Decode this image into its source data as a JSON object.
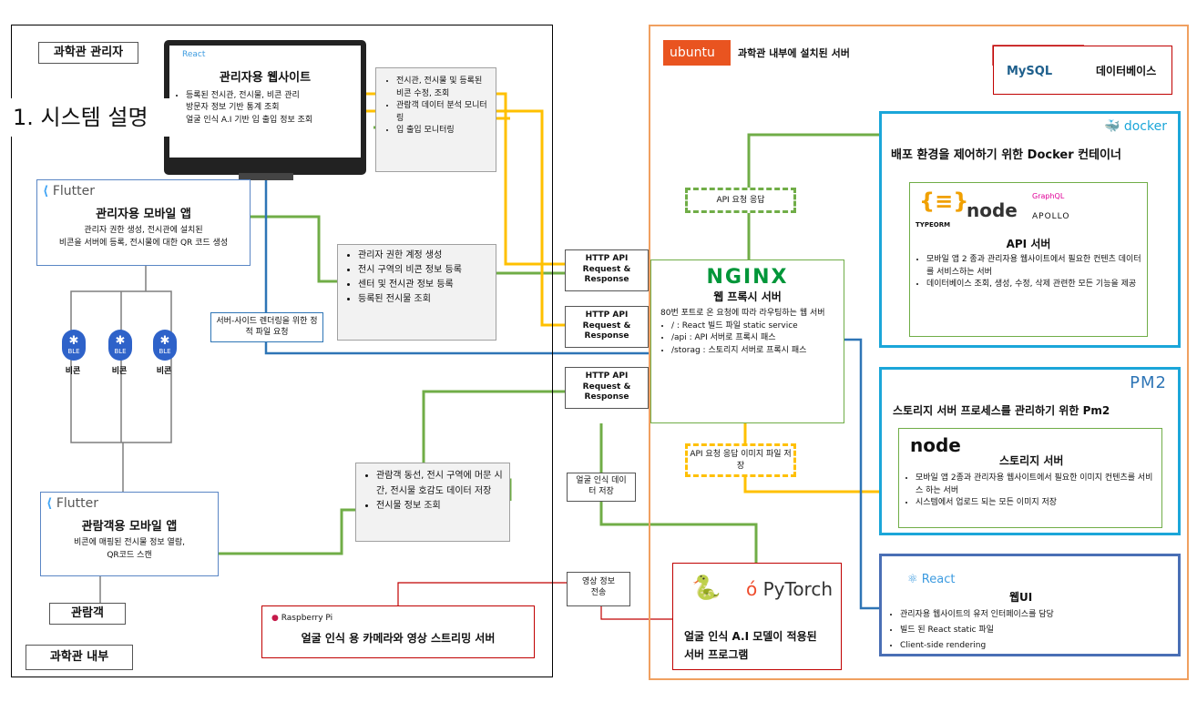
{
  "page_heading": "1. 시스템 설명",
  "left_region": {
    "title": "과학관 관리자",
    "bottom_label": "과학관 내부",
    "visitor_label": "관람객"
  },
  "admin_website": {
    "react_badge": "React",
    "title": "관리자용 웹사이트",
    "items": [
      "등록된 전시관, 전시물, 비콘 관리",
      "방문자 정보 기반 통계 조회",
      "얼굴 인식 A.I 기반 입 출입 정보 조회"
    ]
  },
  "admin_web_features": {
    "items": [
      "전시관, 전시물 및 등록된 비콘 수정, 조회",
      "관람객 데이터 분석 모니터링",
      "입 출입 모니터링"
    ]
  },
  "admin_app": {
    "brand": "Flutter",
    "title": "관리자용 모바일 앱",
    "desc1": "관리자 권한 생성, 전시관에 설치된",
    "desc2": "비콘을 서버에 등록, 전시물에 대한 QR 코드 생성"
  },
  "admin_app_features": {
    "items": [
      "관리자 권한 계정 생성",
      "전시 구역의 비콘 정보 등록",
      "센터 및 전시관 정보 등록",
      "등록된 전시물 조회"
    ]
  },
  "ssr_label": "서버-사이드 렌더링을 위한 정적 파일 요청",
  "beacons": {
    "badge": "BLE",
    "items": [
      "비콘",
      "비콘",
      "비콘"
    ]
  },
  "visitor_app": {
    "brand": "Flutter",
    "title": "관람객용 모바일 앱",
    "desc1": "비콘에 매핑된 전시물 정보 열람,",
    "desc2": "QR코드 스캔"
  },
  "visitor_app_features": {
    "items": [
      "관람객 동선, 전시 구역에 머문 시간, 전시물 호감도 데이터 저장",
      "전시물 정보 조회"
    ]
  },
  "raspberry": {
    "brand": "Raspberry Pi",
    "title": "얼굴 인식 용 카메라와 영상 스트리밍 서버"
  },
  "http_labels": [
    "HTTP API Request & Response",
    "HTTP API Request & Response",
    "HTTP API Request & Response"
  ],
  "face_data_label": "얼굴 인식 데이터 저장",
  "video_label": "영상 정보 전송",
  "server_region": {
    "brand": "ubuntu",
    "title": "과학관 내부에 설치된 서버"
  },
  "mysql": {
    "brand": "MySQL",
    "title": "데이터베이스"
  },
  "api_response_label": "API 요청 응답",
  "api_image_label": "API 요청 응답 이미지 파일 저장",
  "nginx": {
    "brand": "NGINX",
    "title": "웹 프록시 서버",
    "desc": "80번 포트로 온 요청에 따라 라우팅하는 웹 서버",
    "items": [
      "/ : React 빌드 파일 static service",
      "/api : API 서버로 프록시 패스",
      "/storag : 스토리지 서버로 프록시 패스"
    ]
  },
  "docker": {
    "brand": "docker",
    "title": "배포 환경을 제어하기 위한 Docker 컨테이너",
    "logos": [
      "TYPEORM",
      "node",
      "GraphQL",
      "APOLLO"
    ],
    "api_title": "API 서버",
    "items": [
      "모바일 앱 2 종과 관리자용 웹사이트에서 필요한 컨텐츠 데이터를 서비스하는 서버",
      "데이터베이스 조회, 생성, 수정, 삭제 관련한 모든 기능을 제공"
    ]
  },
  "pm2": {
    "brand": "PM2",
    "title": "스토리지 서버 프로세스를 관리하기 위한 Pm2",
    "node": "node",
    "storage_title": "스토리지 서버",
    "items": [
      "모바일 앱 2종과 관리자용 웹사이트에서 필요한 이미지 컨텐츠를 서비스 하는 서버",
      "시스템에서 업로드 되는 모든 이미지 저장"
    ]
  },
  "pytorch": {
    "brand": "PyTorch",
    "title": "얼굴 인식 A.I 모델이 적용된 서버 프로그램"
  },
  "web_ui": {
    "brand": "React",
    "title": "웹UI",
    "items": [
      "관리자용 웹사이트의 유저 인터페이스를 담당",
      "빌드 된 React static 파일",
      "Client-side rendering"
    ]
  },
  "colors": {
    "ubuntu": "#e95420",
    "green": "#70ad47",
    "yellow": "#ffc000",
    "blue": "#2e75b6",
    "docker": "#1ba6d9",
    "red": "#c00000",
    "nginx": "#009639"
  }
}
